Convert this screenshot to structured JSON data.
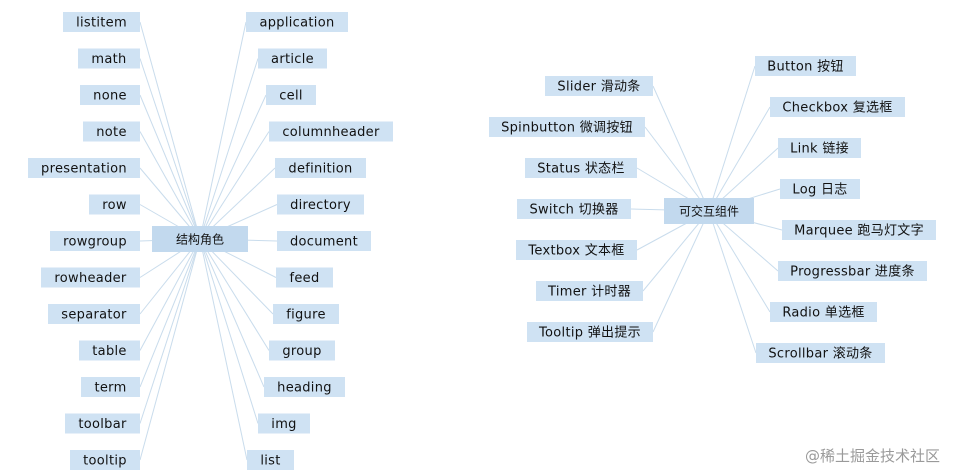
{
  "diagram": {
    "left_cluster": {
      "center": "结构角色",
      "left_nodes": [
        "listitem",
        "math",
        "none",
        "note",
        "presentation",
        "row",
        "rowgroup",
        "rowheader",
        "separator",
        "table",
        "term",
        "toolbar",
        "tooltip"
      ],
      "right_nodes": [
        "application",
        "article",
        "cell",
        "columnheader",
        "definition",
        "directory",
        "document",
        "feed",
        "figure",
        "group",
        "heading",
        "img",
        "list"
      ]
    },
    "right_cluster": {
      "center": "可交互组件",
      "left_nodes": [
        "Slider 滑动条",
        "Spinbutton 微调按钮",
        "Status 状态栏",
        "Switch 切换器",
        "Textbox 文本框",
        "Timer 计时器",
        "Tooltip 弹出提示"
      ],
      "right_nodes": [
        "Button 按钮",
        "Checkbox 复选框",
        "Link 链接",
        "Log 日志",
        "Marquee 跑马灯文字",
        "Progressbar 进度条",
        "Radio 单选框",
        "Scrollbar 滚动条"
      ]
    },
    "colors": {
      "node_fill": "#cfe2f3",
      "center_fill": "#c2d9ee",
      "line": "#c9dcec"
    }
  },
  "watermark": {
    "text": "@稀土掘金技术社区"
  }
}
